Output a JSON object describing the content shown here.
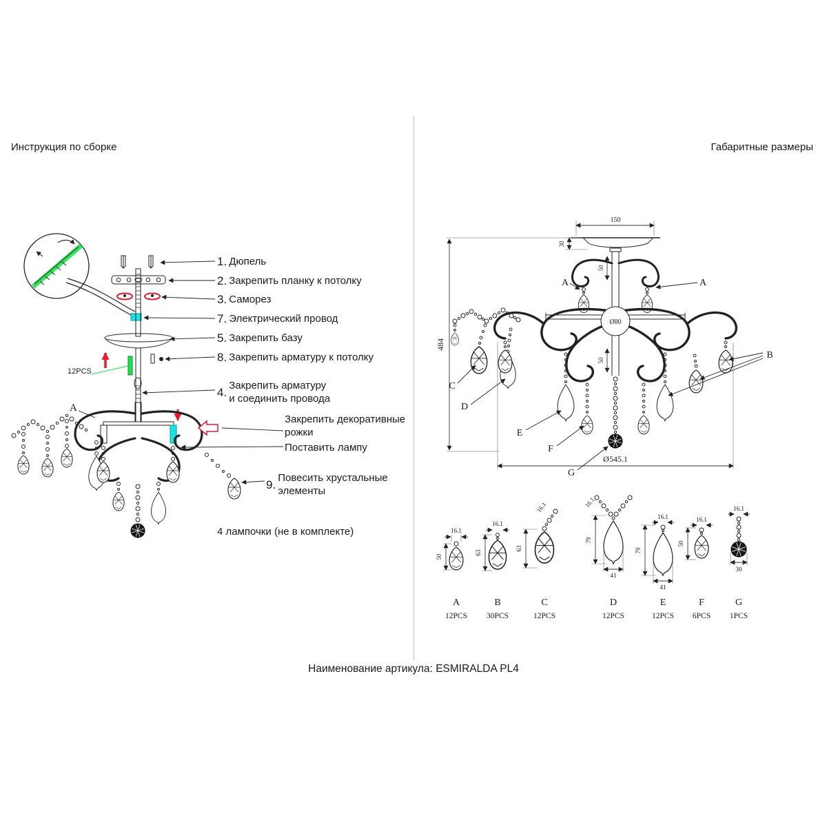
{
  "page": {
    "left_title": "Инструкция по сборке",
    "right_title": "Габаритные размеры",
    "footer_label": "Наименование артикула: ESMIRALDA PL4"
  },
  "assembly": {
    "steps": [
      {
        "num": "1.",
        "text": "Дюпель"
      },
      {
        "num": "2.",
        "text": "Закрепить планку к потолку"
      },
      {
        "num": "3.",
        "text": "Саморез"
      },
      {
        "num": "7.",
        "text": "Электрический провод"
      },
      {
        "num": "5.",
        "text": "Закрепить базу"
      },
      {
        "num": "8.",
        "text": "Закрепить арматуру к потолку"
      },
      {
        "num": "4.",
        "line1": "Закрепить арматуру",
        "line2": "и соединить провода"
      },
      {
        "line1": "Закрепить декоративные",
        "line2": "рожки"
      },
      {
        "text": "Поставить лампу"
      },
      {
        "num": "9.",
        "line1": "Повесить хрустальные",
        "line2": "элементы"
      }
    ],
    "lamp_note": "4 лампочки (не в комплекте)",
    "pcs_note": "12PCS",
    "crystal_label": "A"
  },
  "dimensions": {
    "top_width": "150",
    "plate_height": "30",
    "overall_height": "484",
    "stem_upper": "50",
    "stem_lower": "50",
    "center_diameter": "Ø80",
    "overall_diameter": "Ø545.1",
    "labels": {
      "a_left": "A",
      "a_right": "A",
      "b": "B",
      "c": "C",
      "d": "D",
      "e": "E",
      "f": "F",
      "g": "G"
    }
  },
  "crystal_types": [
    {
      "label": "A",
      "pcs": "12PCS",
      "width": "16.1",
      "height": "50"
    },
    {
      "label": "B",
      "pcs": "30PCS",
      "width": "16.1",
      "height": "63"
    },
    {
      "label": "C",
      "pcs": "12PCS",
      "width": "16.1",
      "height": "63"
    },
    {
      "label": "D",
      "pcs": "12PCS",
      "width": "16.1",
      "height": "79",
      "bottom_width": "41"
    },
    {
      "label": "E",
      "pcs": "12PCS",
      "width": "16.1",
      "height": "79",
      "bottom_width": "41"
    },
    {
      "label": "F",
      "pcs": "6PCS",
      "width": "16.1",
      "height": "50"
    },
    {
      "label": "G",
      "pcs": "1PCS",
      "width": "16.1",
      "diameter": "30"
    }
  ],
  "colors": {
    "line": "#222222",
    "accent_red": "#e8192c",
    "accent_green": "#1ee24e",
    "accent_cyan": "#1ce3e3"
  }
}
